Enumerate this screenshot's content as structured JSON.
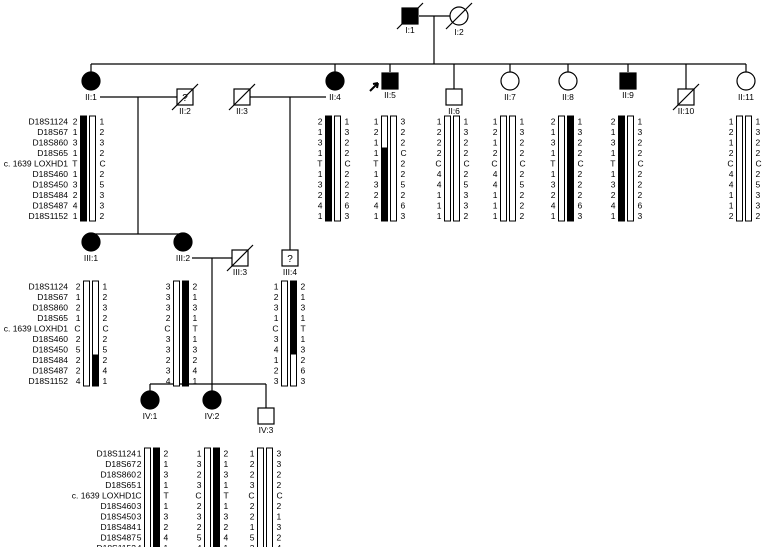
{
  "markers": [
    "D18S1124",
    "D18S67",
    "D18S860",
    "D18S65",
    "c. 1639 LOXHD1",
    "D18S460",
    "D18S450",
    "D18S484",
    "D18S487",
    "D18S1152"
  ],
  "individuals": [
    {
      "id": "I:1",
      "label": "I:1",
      "sex": "male",
      "affected": true,
      "deceased": true
    },
    {
      "id": "I:2",
      "label": "I:2",
      "sex": "female",
      "affected": false,
      "deceased": true
    },
    {
      "id": "II:1",
      "label": "II:1",
      "sex": "female",
      "affected": true,
      "left": [
        "2",
        "1",
        "3",
        "1",
        "T",
        "1",
        "3",
        "2",
        "4",
        "1"
      ],
      "right": [
        "1",
        "2",
        "3",
        "2",
        "C",
        "2",
        "5",
        "3",
        "3",
        "2"
      ],
      "left_fill": [
        [
          0,
          10
        ]
      ],
      "right_fill": []
    },
    {
      "id": "II:2",
      "label": "II:2",
      "sex": "male",
      "affected": false,
      "deceased": true,
      "unknown": true,
      "glyph": "?"
    },
    {
      "id": "II:3",
      "label": "II:3",
      "sex": "male",
      "affected": false,
      "deceased": true
    },
    {
      "id": "II:4",
      "label": "II:4",
      "sex": "female",
      "affected": true,
      "left": [
        "2",
        "1",
        "3",
        "1",
        "T",
        "1",
        "3",
        "2",
        "4",
        "1"
      ],
      "right": [
        "1",
        "3",
        "2",
        "2",
        "C",
        "2",
        "2",
        "2",
        "6",
        "3"
      ],
      "left_fill": [
        [
          0,
          10
        ]
      ],
      "right_fill": []
    },
    {
      "id": "II:5",
      "label": "II:5",
      "sex": "male",
      "affected": true,
      "proband": true,
      "left": [
        "1",
        "2",
        "1",
        "1",
        "T",
        "1",
        "3",
        "2",
        "4",
        "1"
      ],
      "right": [
        "3",
        "2",
        "2",
        "C",
        "2",
        "2",
        "5",
        "2",
        "6",
        "3"
      ],
      "left_fill": [
        [
          3,
          10
        ]
      ],
      "right_fill": []
    },
    {
      "id": "II:6",
      "label": "II:6",
      "sex": "male",
      "affected": false,
      "left": [
        "1",
        "2",
        "2",
        "2",
        "C",
        "4",
        "4",
        "1",
        "1",
        "1"
      ],
      "right": [
        "1",
        "3",
        "2",
        "2",
        "C",
        "2",
        "5",
        "3",
        "3",
        "2"
      ],
      "left_fill": [],
      "right_fill": []
    },
    {
      "id": "II:7",
      "label": "II:7",
      "sex": "female",
      "affected": false,
      "left": [
        "1",
        "2",
        "1",
        "2",
        "C",
        "4",
        "4",
        "1",
        "1",
        "1"
      ],
      "right": [
        "1",
        "3",
        "2",
        "2",
        "C",
        "2",
        "5",
        "2",
        "2",
        "2"
      ],
      "left_fill": [],
      "right_fill": []
    },
    {
      "id": "II:8",
      "label": "II:8",
      "sex": "female",
      "affected": false,
      "left": [
        "2",
        "1",
        "3",
        "1",
        "T",
        "1",
        "3",
        "2",
        "4",
        "1"
      ],
      "right": [
        "1",
        "3",
        "2",
        "2",
        "C",
        "2",
        "2",
        "2",
        "6",
        "3"
      ],
      "left_fill": [],
      "right_fill": [
        [
          0,
          10
        ]
      ]
    },
    {
      "id": "II:9",
      "label": "II:9",
      "sex": "male",
      "affected": true,
      "left": [
        "2",
        "1",
        "3",
        "1",
        "T",
        "1",
        "3",
        "2",
        "4",
        "1"
      ],
      "right": [
        "1",
        "3",
        "2",
        "2",
        "C",
        "2",
        "2",
        "2",
        "6",
        "3"
      ],
      "left_fill": [
        [
          0,
          10
        ]
      ],
      "right_fill": []
    },
    {
      "id": "II:10",
      "label": "II:10",
      "sex": "male",
      "affected": false,
      "deceased": true
    },
    {
      "id": "II:11",
      "label": "II:11",
      "sex": "female",
      "affected": false,
      "left": [
        "1",
        "2",
        "1",
        "2",
        "C",
        "4",
        "4",
        "1",
        "1",
        "2"
      ],
      "right": [
        "1",
        "3",
        "2",
        "2",
        "C",
        "2",
        "5",
        "3",
        "3",
        "2"
      ],
      "left_fill": [],
      "right_fill": []
    },
    {
      "id": "III:1",
      "label": "III:1",
      "sex": "female",
      "affected": true,
      "left": [
        "2",
        "1",
        "2",
        "1",
        "C",
        "2",
        "5",
        "2",
        "2",
        "4"
      ],
      "right": [
        "1",
        "2",
        "3",
        "2",
        "C",
        "2",
        "5",
        "2",
        "4",
        "1"
      ],
      "left_fill": [],
      "right_fill": [
        [
          7,
          10
        ]
      ]
    },
    {
      "id": "III:2",
      "label": "III:2",
      "sex": "female",
      "affected": true,
      "left": [
        "3",
        "3",
        "3",
        "2",
        "C",
        "3",
        "3",
        "2",
        "3",
        "4"
      ],
      "right": [
        "2",
        "1",
        "3",
        "1",
        "T",
        "1",
        "3",
        "2",
        "4",
        "1"
      ],
      "left_fill": [],
      "right_fill": [
        [
          0,
          10
        ]
      ]
    },
    {
      "id": "III:3",
      "label": "III:3",
      "sex": "male",
      "affected": false,
      "deceased": true
    },
    {
      "id": "III:4",
      "label": "III:4",
      "sex": "male",
      "affected": false,
      "unknown": true,
      "glyph": "?",
      "left": [
        "1",
        "2",
        "3",
        "1",
        "C",
        "3",
        "4",
        "1",
        "2",
        "3"
      ],
      "right": [
        "2",
        "1",
        "3",
        "1",
        "T",
        "1",
        "3",
        "2",
        "6",
        "3"
      ],
      "left_fill": [],
      "right_fill": [
        [
          0,
          7
        ]
      ]
    },
    {
      "id": "IV:1",
      "label": "IV:1",
      "sex": "female",
      "affected": true,
      "left": [
        "1",
        "2",
        "2",
        "1",
        "C",
        "3",
        "3",
        "1",
        "5",
        "4"
      ],
      "right": [
        "2",
        "1",
        "3",
        "1",
        "T",
        "1",
        "3",
        "2",
        "4",
        "1"
      ],
      "left_fill": [],
      "right_fill": [
        [
          0,
          10
        ]
      ]
    },
    {
      "id": "IV:2",
      "label": "IV:2",
      "sex": "female",
      "affected": true,
      "left": [
        "1",
        "3",
        "2",
        "3",
        "C",
        "2",
        "3",
        "2",
        "5",
        "4"
      ],
      "right": [
        "2",
        "1",
        "3",
        "1",
        "T",
        "1",
        "3",
        "2",
        "4",
        "1"
      ],
      "left_fill": [],
      "right_fill": [
        [
          0,
          10
        ]
      ]
    },
    {
      "id": "IV:3",
      "label": "IV:3",
      "sex": "male",
      "affected": false,
      "left": [
        "1",
        "2",
        "2",
        "3",
        "C",
        "2",
        "2",
        "1",
        "5",
        "3"
      ],
      "right": [
        "3",
        "3",
        "2",
        "2",
        "C",
        "2",
        "1",
        "3",
        "2",
        "4"
      ],
      "left_fill": [],
      "right_fill": []
    }
  ]
}
